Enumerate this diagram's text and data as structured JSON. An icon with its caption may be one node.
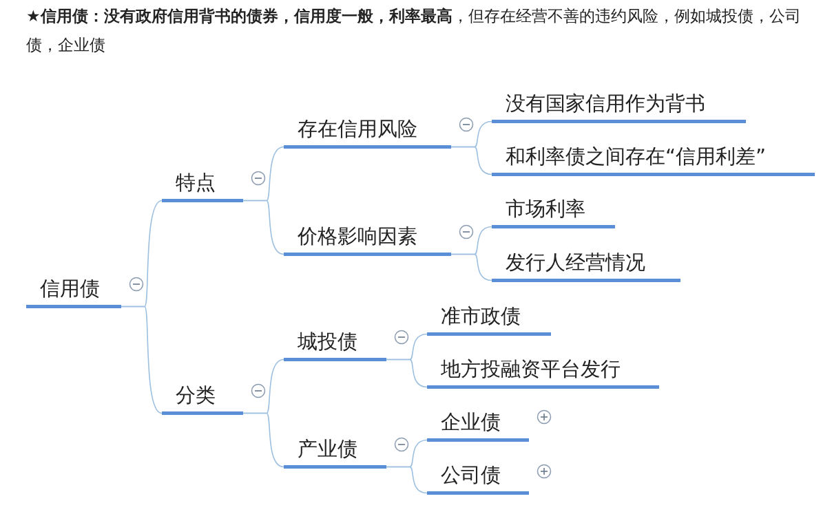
{
  "diagram": {
    "title": "★**信用债：没有政府信用背书的债券，信用度一般，利率最高**，但存在经营不善的违约风险，例如城投债，公司债，企业债",
    "nodes": [
      {
        "text": [
          "信用债"
        ]
      },
      {
        "text": [
          "特点"
        ]
      },
      {
        "text": [
          "存在信用风险"
        ]
      },
      {
        "text": [
          "没有国家信用作为背书"
        ]
      },
      {
        "text": [
          "和利率债之间存在“信用利差”"
        ]
      },
      {
        "text": [
          "价格影响因素"
        ]
      },
      {
        "text": [
          "市场利率"
        ]
      },
      {
        "text": [
          "发行人经营情况"
        ]
      },
      {
        "text": [
          "分类"
        ]
      },
      {
        "text": [
          "城投债"
        ]
      },
      {
        "text": [
          "准市政债"
        ]
      },
      {
        "text": [
          "地方投融资平台发行"
        ]
      },
      {
        "text": [
          "产业债"
        ]
      },
      {
        "text": [
          "企业债"
        ]
      },
      {
        "text": [
          "公司债"
        ]
      }
    ],
    "edges": [
      {
        "from": 0,
        "to": 1,
        "arrow": "none"
      },
      {
        "from": 1,
        "to": 2,
        "arrow": "none"
      },
      {
        "from": 2,
        "to": 3,
        "arrow": "none"
      },
      {
        "from": 2,
        "to": 4,
        "arrow": "none"
      },
      {
        "from": 1,
        "to": 5,
        "arrow": "none"
      },
      {
        "from": 5,
        "to": 6,
        "arrow": "none"
      },
      {
        "from": 5,
        "to": 7,
        "arrow": "none"
      },
      {
        "from": 0,
        "to": 8,
        "arrow": "none"
      },
      {
        "from": 8,
        "to": 9,
        "arrow": "none"
      },
      {
        "from": 9,
        "to": 10,
        "arrow": "none"
      },
      {
        "from": 9,
        "to": 11,
        "arrow": "none"
      },
      {
        "from": 8,
        "to": 12,
        "arrow": "none"
      },
      {
        "from": 12,
        "to": 13,
        "arrow": "none"
      },
      {
        "from": 12,
        "to": 14,
        "arrow": "none"
      }
    ]
  }
}
